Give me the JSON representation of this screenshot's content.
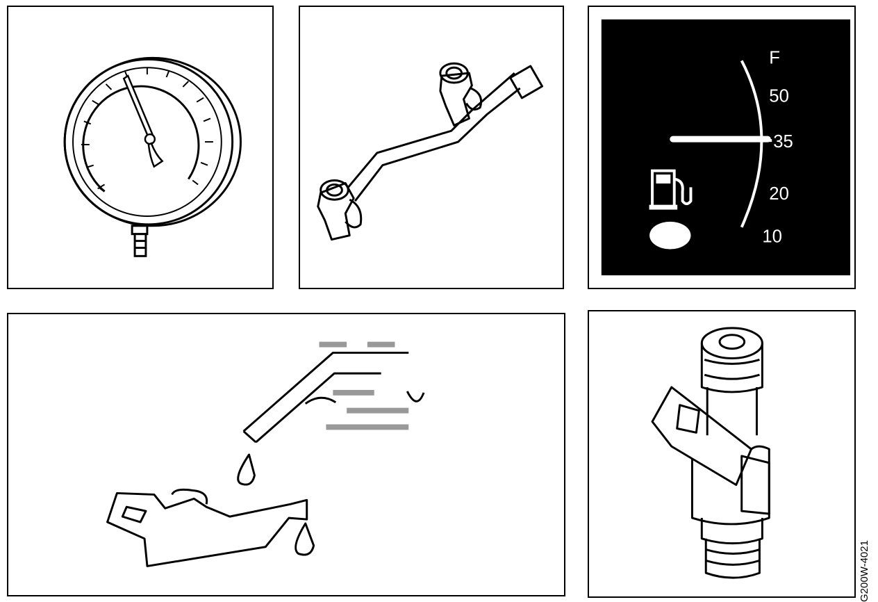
{
  "fuel_gauge": {
    "labels": [
      "F",
      "50",
      "35",
      "20",
      "10"
    ],
    "pointer_value": "35"
  },
  "figure_code": "G200W-4021",
  "colors": {
    "ink": "#000000",
    "paper": "#ffffff"
  }
}
